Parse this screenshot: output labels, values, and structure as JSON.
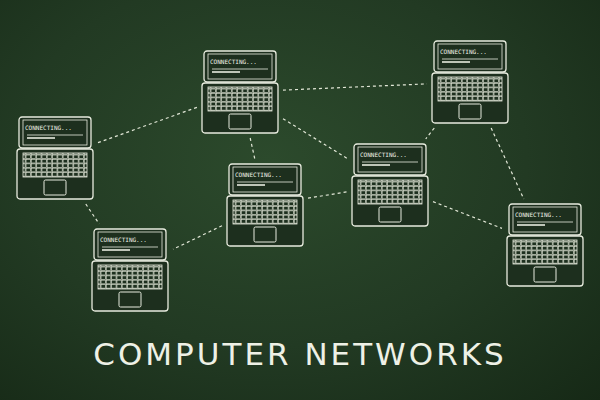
{
  "diagram": {
    "title": "COMPUTER NETWORKS",
    "nodes": [
      {
        "text": [
          "CONNECTING..."
        ]
      },
      {
        "text": [
          "CONNECTING..."
        ]
      },
      {
        "text": [
          "CONNECTING..."
        ]
      },
      {
        "text": [
          "CONNECTING..."
        ]
      },
      {
        "text": [
          "CONNECTING..."
        ]
      },
      {
        "text": [
          "CONNECTING..."
        ]
      },
      {
        "text": [
          "CONNECTING..."
        ]
      }
    ],
    "edges": [
      {
        "from": 0,
        "to": 1,
        "arrow": "none"
      },
      {
        "from": 0,
        "to": 5,
        "arrow": "none"
      },
      {
        "from": 1,
        "to": 2,
        "arrow": "none"
      },
      {
        "from": 1,
        "to": 3,
        "arrow": "none"
      },
      {
        "from": 1,
        "to": 4,
        "arrow": "none"
      },
      {
        "from": 2,
        "to": 4,
        "arrow": "none"
      },
      {
        "from": 2,
        "to": 6,
        "arrow": "none"
      },
      {
        "from": 3,
        "to": 4,
        "arrow": "none"
      },
      {
        "from": 3,
        "to": 5,
        "arrow": "none"
      },
      {
        "from": 4,
        "to": 6,
        "arrow": "none"
      }
    ]
  }
}
